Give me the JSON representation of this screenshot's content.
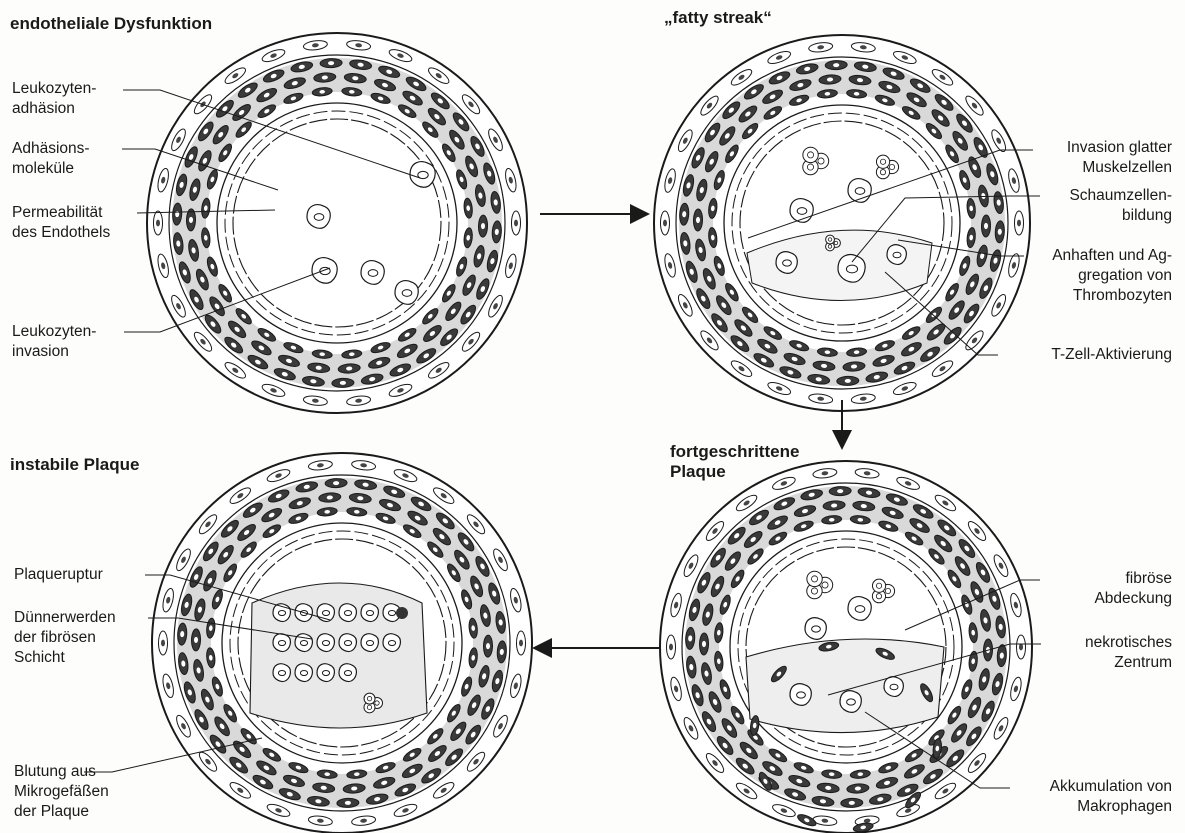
{
  "panels": {
    "endothelial": {
      "title": "endotheliale Dysfunktion",
      "labels": [
        [
          "Leukozyten-",
          "adhäsion"
        ],
        [
          "Adhäsions-",
          "moleküle"
        ],
        [
          "Permeabilität",
          "des Endothels"
        ],
        [
          "Leukozyten-",
          "invasion"
        ]
      ]
    },
    "fatty_streak": {
      "title": "„fatty streak“",
      "labels": [
        [
          "Invasion glatter",
          "Muskelzellen"
        ],
        [
          "Schaumzellen-",
          "bildung"
        ],
        [
          "Anhaften und Ag-",
          "gregation von",
          "Thrombozyten"
        ],
        [
          "T-Zell-Aktivierung"
        ]
      ]
    },
    "advanced": {
      "title": [
        "fortgeschrittene",
        "Plaque"
      ],
      "labels": [
        [
          "fibröse",
          "Abdeckung"
        ],
        [
          "nekrotisches",
          "Zentrum"
        ],
        [
          "Akkumulation von",
          "Makrophagen"
        ]
      ]
    },
    "unstable": {
      "title": "instabile Plaque",
      "labels": [
        [
          "Plaqueruptur"
        ],
        [
          "Dünnerwerden",
          "der fibrösen",
          "Schicht"
        ],
        [
          "Blutung aus",
          "Mikrogefäßen",
          "der Plaque"
        ]
      ]
    }
  },
  "arrows": [
    "right",
    "down",
    "left"
  ],
  "colors": {
    "ink": "#1a1a1a",
    "paper": "#fdfdfb"
  }
}
